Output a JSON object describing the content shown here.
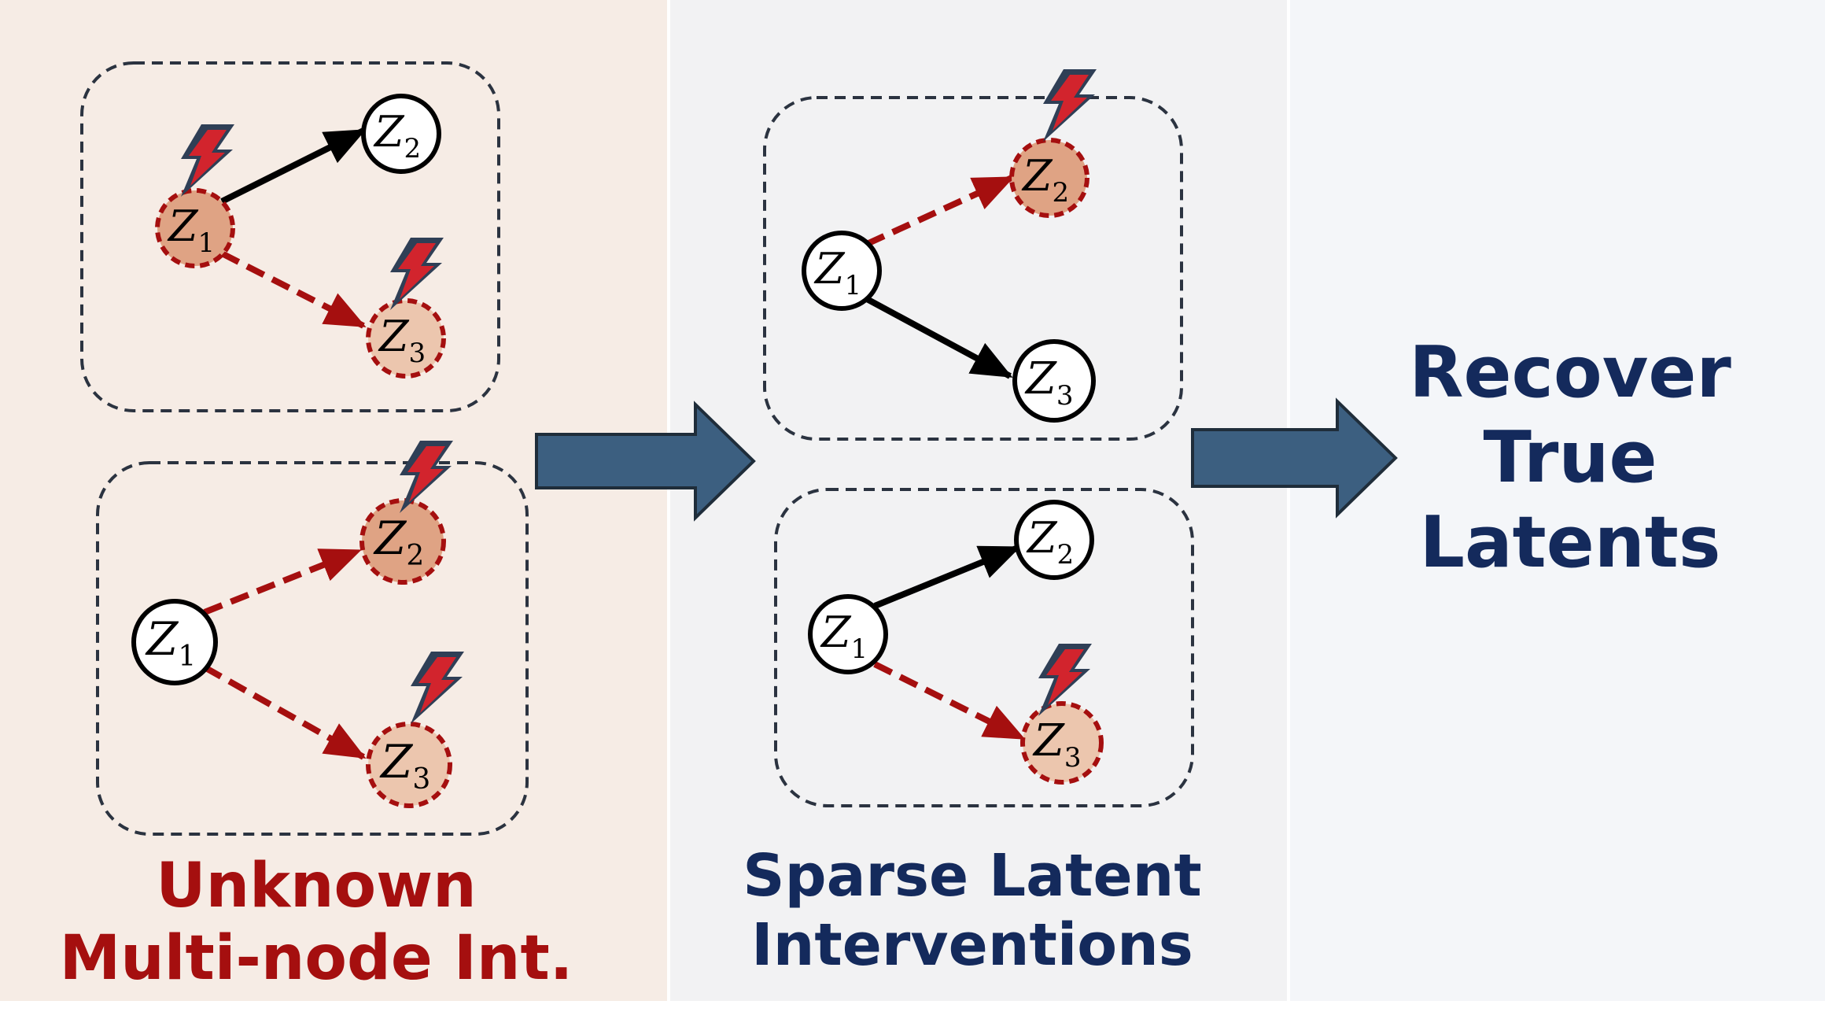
{
  "colors": {
    "panel_left_bg": "#f6ece5",
    "panel_mid_bg": "#f2f2f3",
    "panel_right_bg": "#f4f6f9",
    "box_border": "#2b3340",
    "edge_solid": "#000000",
    "edge_intervened": "#a50f0f",
    "node_plain_fill": "#ffffff",
    "node_intervened_fill_dark": "#dfa384",
    "node_intervened_fill_light": "#ecc6ae",
    "node_intervened_stroke": "#a50f0f",
    "big_arrow": "#3c5f80",
    "caption_left": "#a50f0f",
    "caption_navy": "#142a5c",
    "bolt_red": "#d2242d",
    "bolt_dark": "#2f3f56"
  },
  "nodes": {
    "z1": "Z",
    "z1_sub": "1",
    "z2": "Z",
    "z2_sub": "2",
    "z3": "Z",
    "z3_sub": "3"
  },
  "captions": {
    "left_line1": "Unknown",
    "left_line2": "Multi-node Int.",
    "middle_line1": "Sparse Latent",
    "middle_line2": "Interventions",
    "right_line1": "Recover",
    "right_line2": "True",
    "right_line3": "Latents"
  },
  "icons": {
    "intervention": "lightning-bolt-icon",
    "transition": "right-arrow-icon"
  }
}
